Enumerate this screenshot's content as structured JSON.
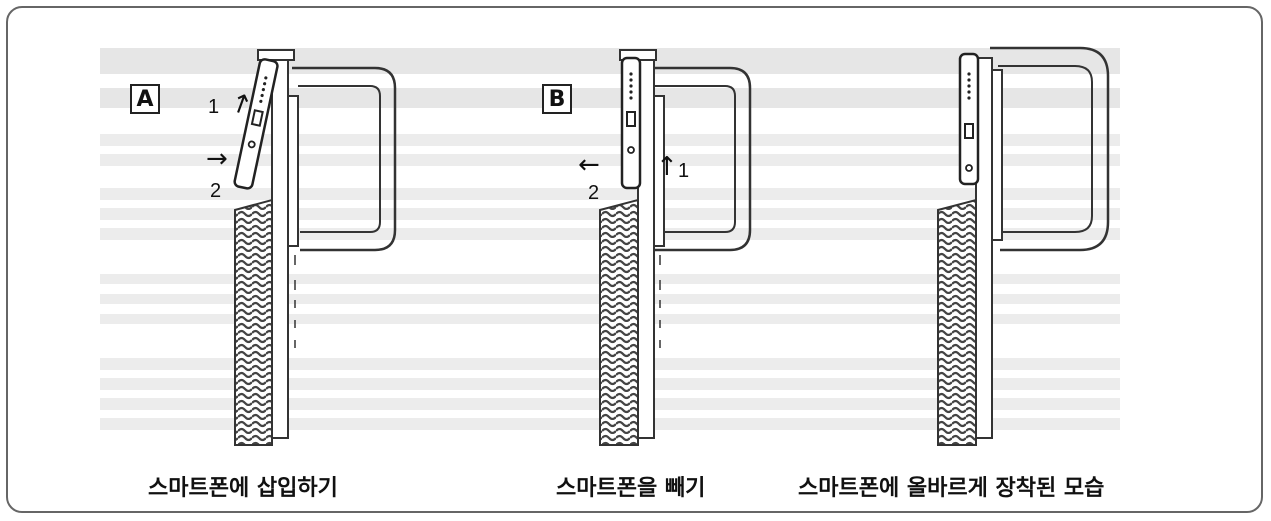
{
  "panels": [
    {
      "badge": "A",
      "step1": "1",
      "step2": "2",
      "caption": "스마트폰에 삽입하기"
    },
    {
      "badge": "B",
      "step1": "1",
      "step2": "2",
      "caption": "스마트폰을 빼기"
    },
    {
      "caption": "스마트폰에 올바르게 장착된 모습"
    }
  ]
}
